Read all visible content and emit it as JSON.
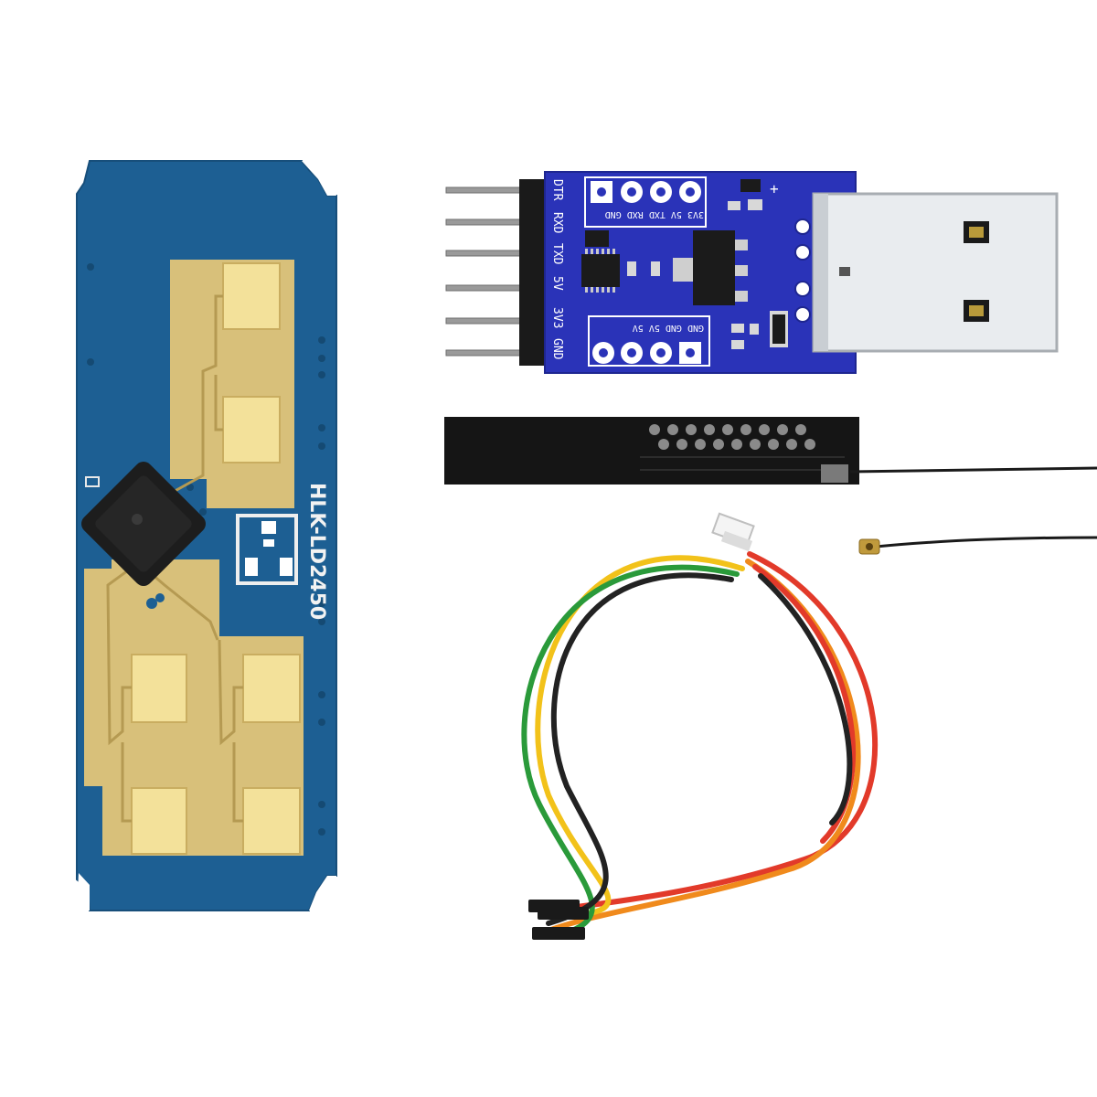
{
  "scene": {
    "description_colors": {
      "radar_board": "#1d5f93",
      "antenna_gold": "#d8c07a",
      "patch_yellow": "#f3e19a",
      "usb_board": "#2a33b8",
      "usb_plug": "#e9ecef",
      "antenna_strip": "#151515",
      "wire_colors": [
        "#e23a2a",
        "#f08a1c",
        "#f2c21a",
        "#2a9a3a",
        "#222222"
      ]
    }
  },
  "radar_module": {
    "label": "HLK-LD2450"
  },
  "usb_adapter": {
    "top_pin_labels": "3V3 5V TXD RXD GND",
    "side_pin_labels": [
      "DTR",
      "RXD",
      "TXD",
      "5V",
      "3V3",
      "GND"
    ],
    "bottom_pin_labels": "GND GND 5V 5V",
    "led_mark": "+"
  }
}
